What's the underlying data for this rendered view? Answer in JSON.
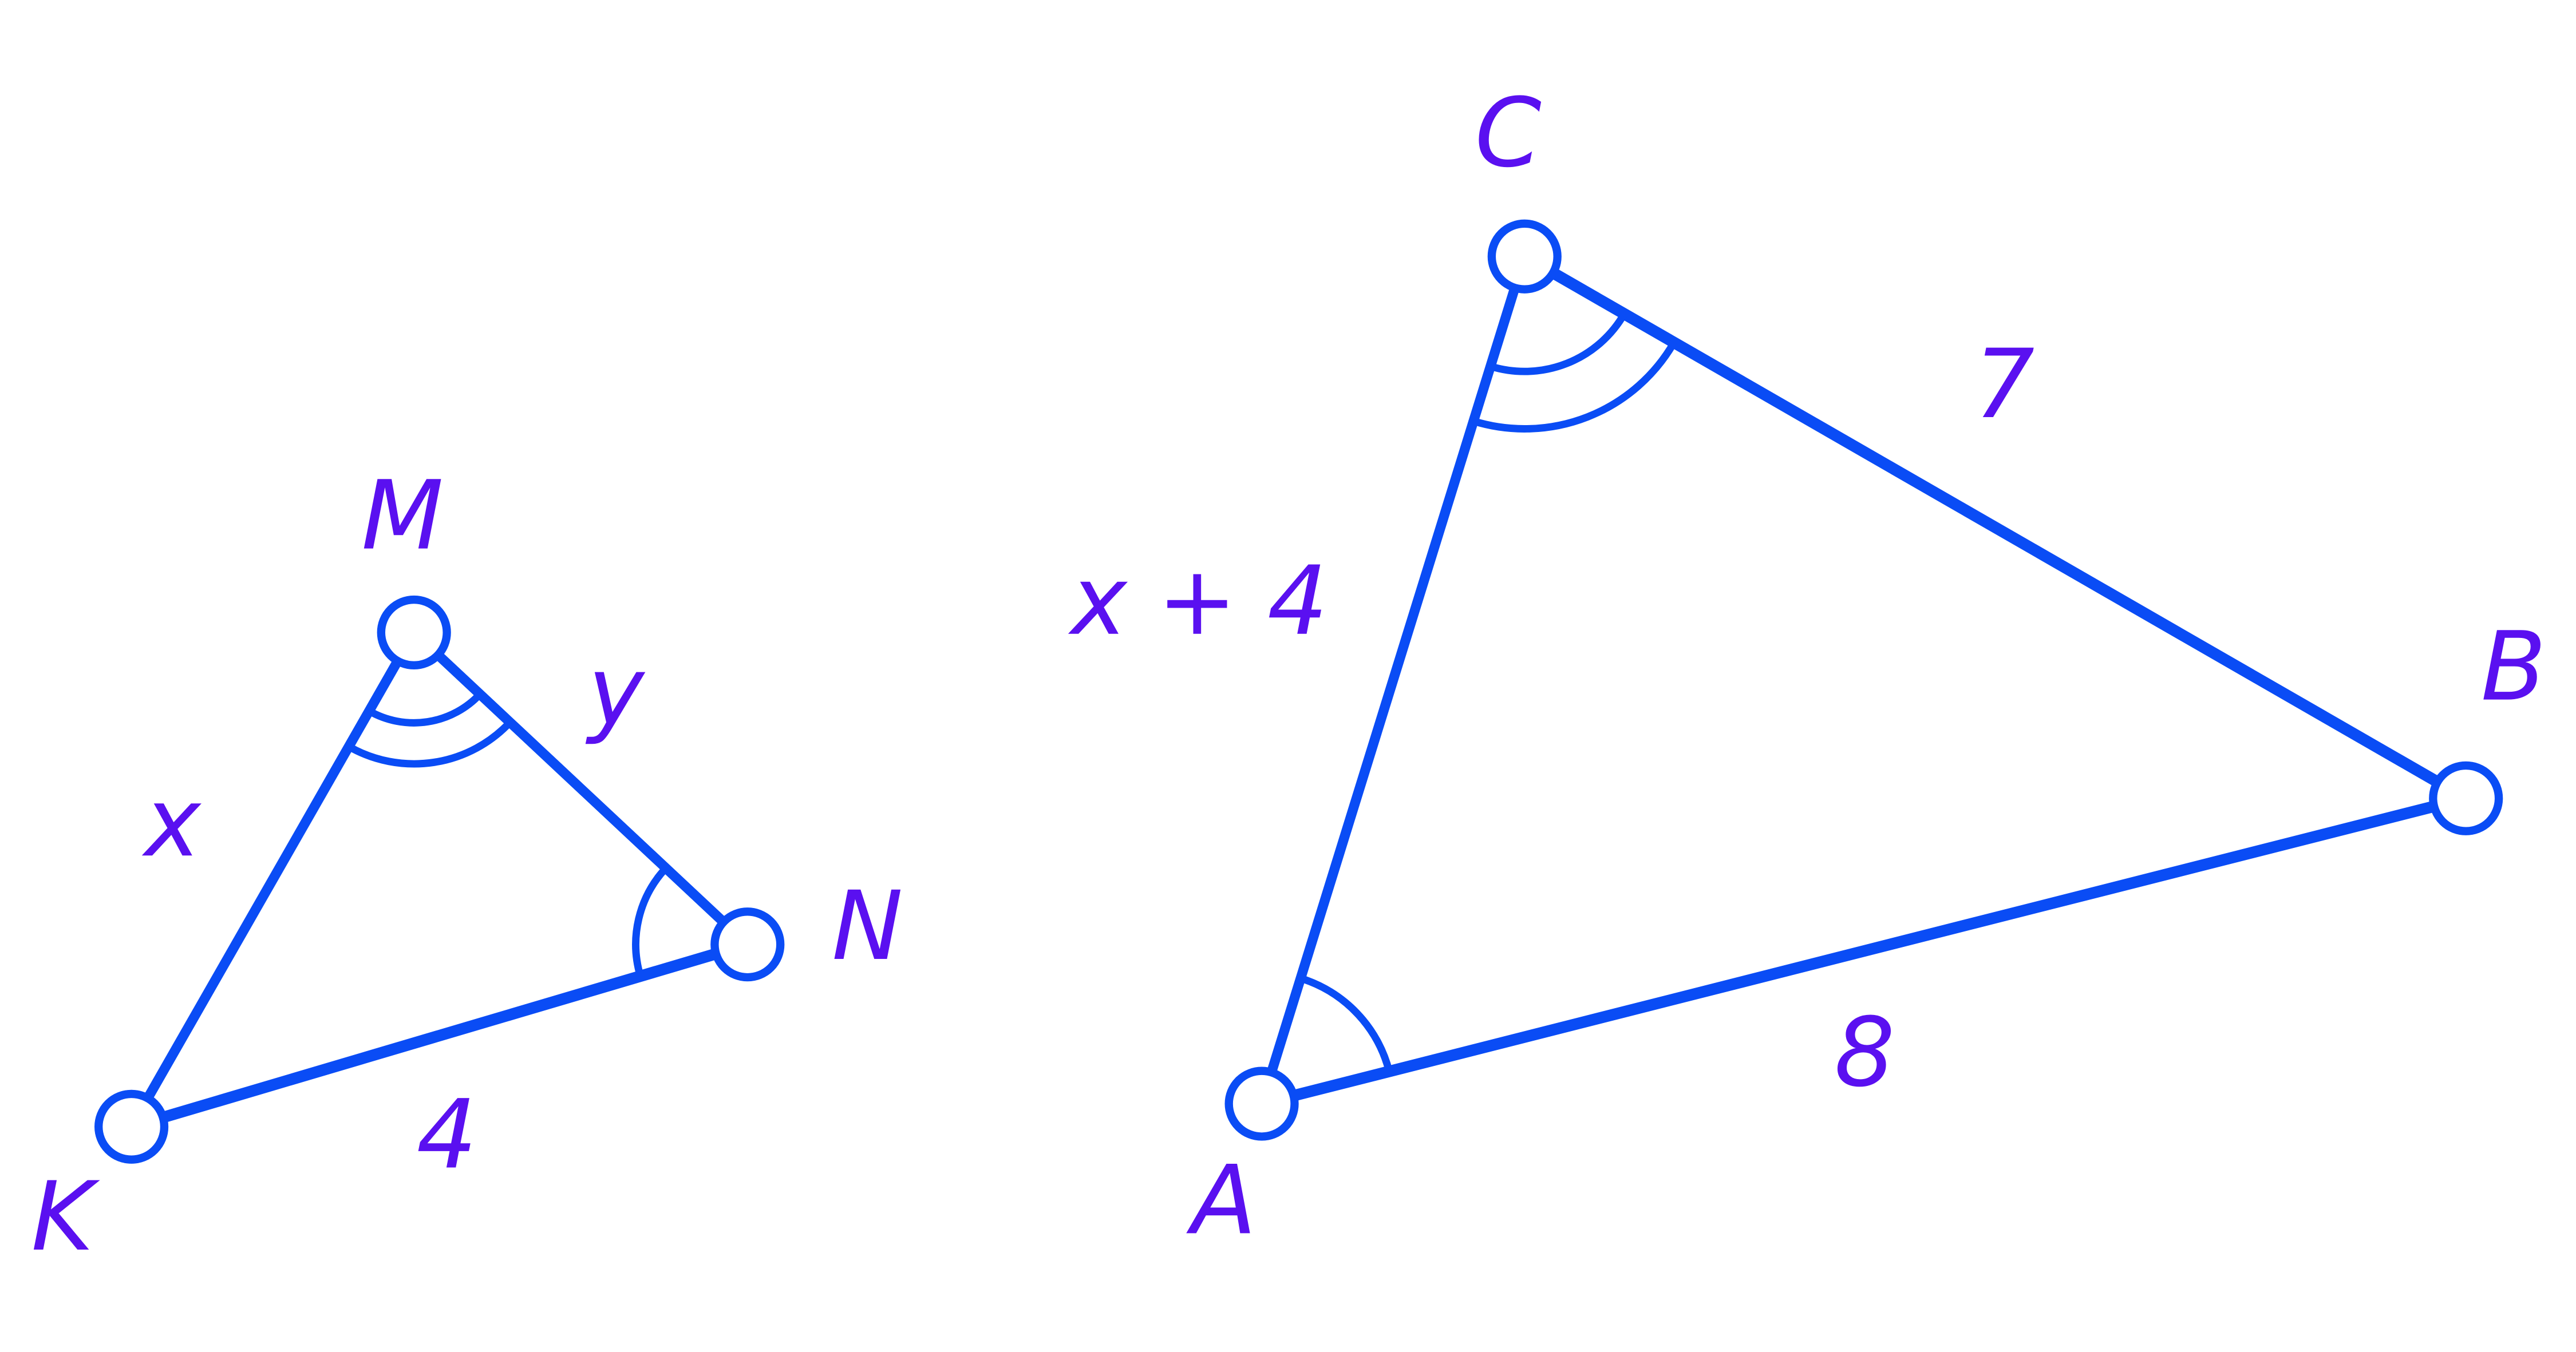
{
  "triangle_left": {
    "vertices": {
      "K": "K",
      "M": "M",
      "N": "N"
    },
    "sides": {
      "KM": "x",
      "MN": "y",
      "KN": "4"
    }
  },
  "triangle_right": {
    "vertices": {
      "A": "A",
      "B": "B",
      "C": "C"
    },
    "sides": {
      "AC": "x + 4",
      "CB": "7",
      "AB": "8"
    }
  },
  "colors": {
    "line": "#0a4cf5",
    "label": "#5a10f0"
  }
}
